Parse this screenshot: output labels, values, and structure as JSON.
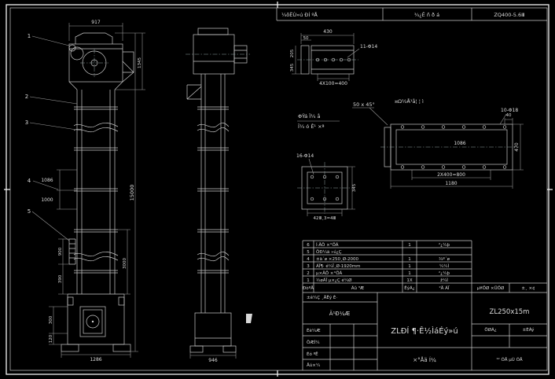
{
  "strip": {
    "left": "¼õËÙ»ú ÐÍ ºÅ",
    "center": "¾¿Ê ñ ð á",
    "right": "ZQ400-5.6Ⅲ"
  },
  "front": {
    "b1": "1",
    "b2": "2",
    "b3": "3",
    "b4": "4",
    "b5": "5",
    "d917": "917",
    "d15000": "15000",
    "d1345": "1345",
    "d3000": "3000",
    "d1086": "1086",
    "d1000": "1000",
    "d900": "900",
    "d390": "390",
    "d300": "300",
    "d120": "120",
    "d1286": "1286"
  },
  "side": {
    "d946": "946"
  },
  "channel": {
    "d430": "430",
    "d50": "50",
    "holes": "11-Φ14",
    "pitch": "4X100=400",
    "left_a": "205",
    "left_b": "345"
  },
  "plate": {
    "holes": "10-Φ18",
    "d1086": "1086",
    "pitch": "2X400=800",
    "d1180": "1180",
    "d470": "470",
    "d40": "40"
  },
  "flange": {
    "holes": "16-Φ14",
    "d345": "345",
    "pitch": "42Ⅲ¸3=4Ⅲ"
  },
  "notes": {
    "l1": "ΦŸá Ï¼ å",
    "l2": "Î¼ ó Ê¹ ×ª",
    "chamfer": "50 x 45°",
    "right": "¤Ω½Å¹å¦ ¦ ì"
  },
  "parts": {
    "rows": [
      {
        "no": "6",
        "name": "Í·ÂÖ ×°ÖÃ",
        "qty": "1",
        "mat": "²¿¼þ"
      },
      {
        "no": "5",
        "name": "ÖÐ¼ä »ú¿Ç",
        "qty": "",
        "mat": ""
      },
      {
        "no": "4",
        "name": "±ä´ø ×250¸Ø-2000",
        "qty": "1",
        "mat": "¾º´ø"
      },
      {
        "no": "3",
        "name": "ÁÏ¶· é¼Î¸Ø-1920mm",
        "qty": "1",
        "mat": "¼¼Ì"
      },
      {
        "no": "2",
        "name": "µ×ÂÖ ×°ÖÃ",
        "qty": "1",
        "mat": "²¿¼þ"
      },
      {
        "no": "1",
        "name": "½øÁÏ µ×¿Ç é¼Ø",
        "qty": "1X",
        "mat": "ž¼Ì"
      }
    ],
    "head": {
      "no": "ÐòºÅ",
      "name": "Ãû ³Æ",
      "qty": "ÊýÁ¿",
      "mat": "²Ä ÁÏ",
      "x1": "µ¥ÖØ ×ÜÖØ",
      "x2": "±¸ ×¢"
    }
  },
  "tb": {
    "row1": "±ê¼Ç ¸ÄÊý È·",
    "org": "Ä¹Ð¼Æ",
    "title": "ZLÐÍ ¶·Ê½ÌáÉý»ú",
    "model": "ZL250x15m",
    "sig1": "Éè¼Æ",
    "sig2": "ÖÆÍ¼",
    "sig3": "Éó ºË",
    "sig4": "Åú×¼",
    "assembly": "×°Åä Í¼",
    "wt": "ÖØÁ¿",
    "scale": "±ÈÀý",
    "sheet": "¹² ÕÅ µÚ ÕÅ"
  }
}
